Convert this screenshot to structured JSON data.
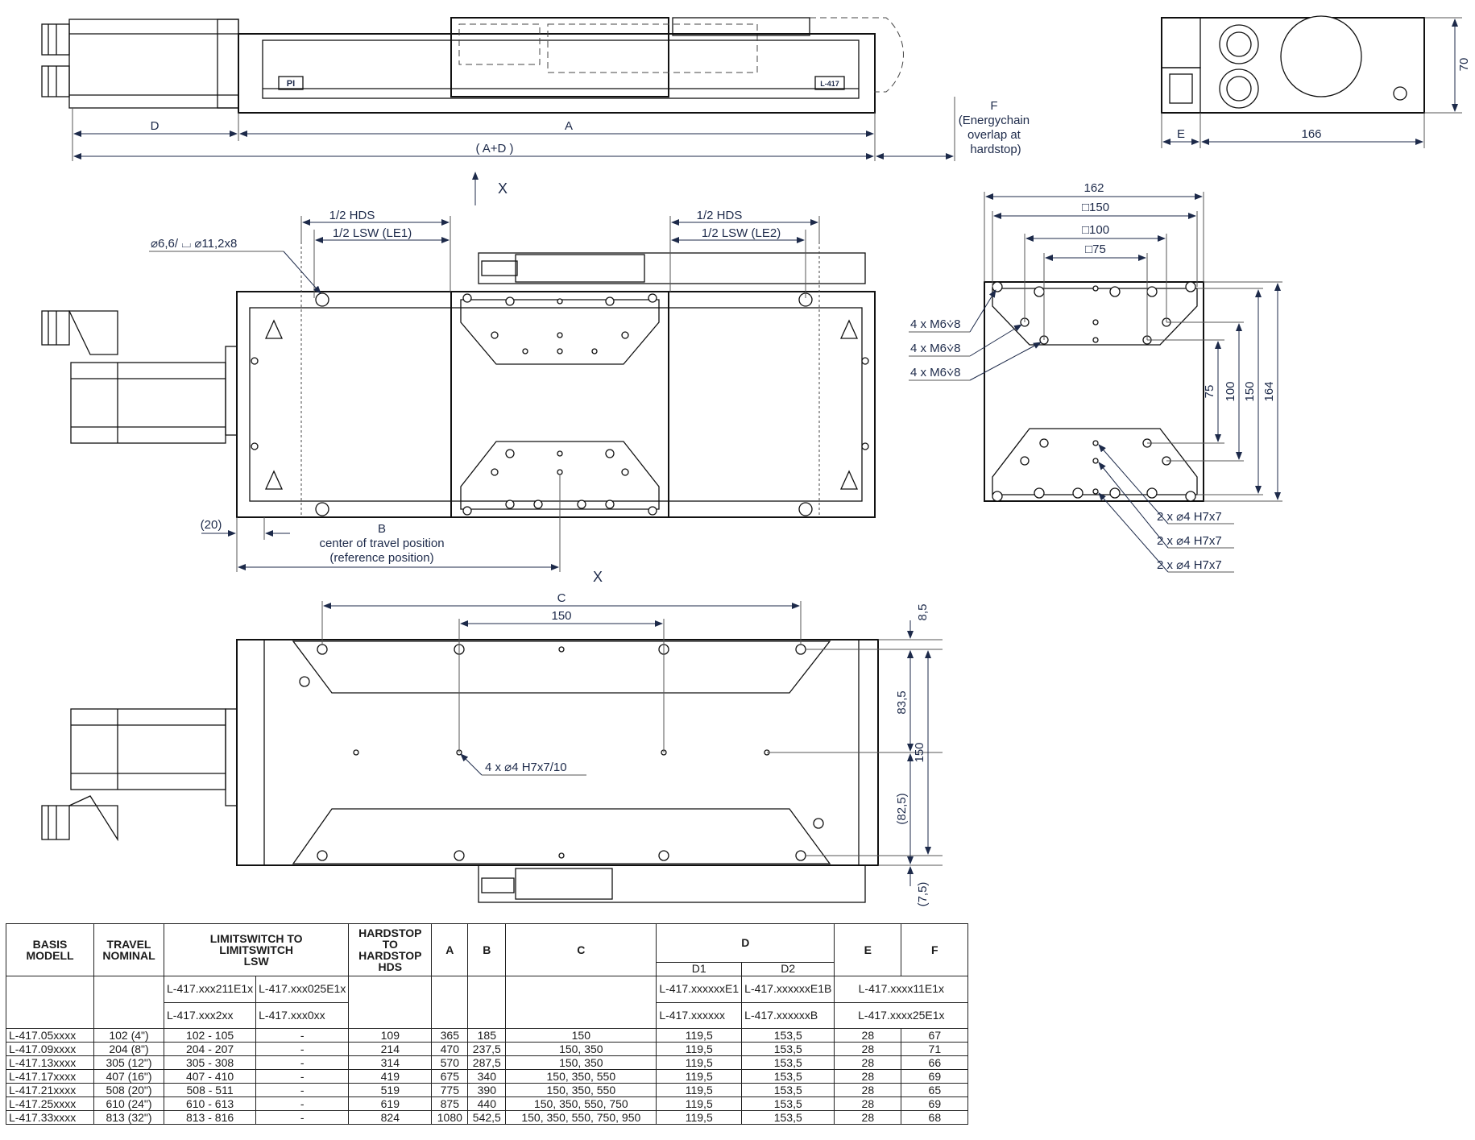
{
  "views": {
    "top": {
      "dim_D": "D",
      "dim_A": "A",
      "dim_AD": "( A+D )",
      "dim_F": "F\n(Energychain\noverlap at\nhardstop)",
      "logo_left": "PI",
      "logo_right": "L-417"
    },
    "side": {
      "dim_E": "E",
      "dim_166": "166",
      "dim_70": "70"
    },
    "plan": {
      "axis_label_top": "X",
      "axis_label_bottom": "X",
      "hds_left": "1/2 HDS",
      "lsw_left": "1/2 LSW (LE1)",
      "hds_right": "1/2 HDS",
      "lsw_right": "1/2 LSW (LE2)",
      "hole_callout": "⌀6,6/ ⌴ ⌀11,2x8",
      "dim_20": "(20)",
      "dim_B": "B",
      "center_travel": "center of travel position",
      "reference_position": "(reference position)"
    },
    "carriage": {
      "dim_162": "162",
      "sq_150": "□150",
      "sq_100": "□100",
      "sq_75": "□75",
      "thread_1": "4 x M6⩒8",
      "thread_2": "4 x M6⩒8",
      "thread_3": "4 x M6⩒8",
      "v_75": "75",
      "v_100": "100",
      "v_150": "150",
      "v_164": "164",
      "pin_1": "2 x ⌀4 H7x7",
      "pin_2": "2 x ⌀4 H7x7",
      "pin_3": "2 x ⌀4 H7x7"
    },
    "bottom": {
      "dim_C": "C",
      "dim_150": "150",
      "dim_85": "8,5",
      "dim_835": "83,5",
      "dim_v150": "150",
      "dim_825": "(82,5)",
      "dim_75": "(7,5)",
      "pin_callout": "4 x ⌀4 H7x7/10"
    }
  },
  "table": {
    "headers": {
      "basis": "BASIS\nMODELL",
      "travel": "TRAVEL\nNOMINAL",
      "lsw": "LIMITSWITCH TO\nLIMITSWITCH\nLSW",
      "hds": "HARDSTOP\nTO\nHARDSTOP\nHDS",
      "a": "A",
      "b": "B",
      "c": "C",
      "d": "D",
      "e": "E",
      "f": "F",
      "d1": "D1",
      "d2": "D2"
    },
    "sub": {
      "lsw1_row1": "L-417.xxx211E1x",
      "lsw2_row1": "L-417.xxx025E1x",
      "d1_row1": "L-417.xxxxxxE1",
      "d2_row1": "L-417.xxxxxxE1B",
      "e_row1": "L-417.xxxx11E1x",
      "lsw1_row2": "L-417.xxx2xx",
      "lsw2_row2": "L-417.xxx0xx",
      "d1_row2": "L-417.xxxxxx",
      "d2_row2": "L-417.xxxxxxB",
      "e_row2": "L-417.xxxx25E1x"
    },
    "rows": [
      [
        "L-417.05xxxx",
        "102 (4\")",
        "102 - 105",
        "-",
        "109",
        "365",
        "185",
        "150",
        "119,5",
        "153,5",
        "28",
        "67"
      ],
      [
        "L-417.09xxxx",
        "204 (8\")",
        "204 - 207",
        "-",
        "214",
        "470",
        "237,5",
        "150, 350",
        "119,5",
        "153,5",
        "28",
        "71"
      ],
      [
        "L-417.13xxxx",
        "305 (12\")",
        "305 - 308",
        "-",
        "314",
        "570",
        "287,5",
        "150, 350",
        "119,5",
        "153,5",
        "28",
        "66"
      ],
      [
        "L-417.17xxxx",
        "407 (16\")",
        "407 - 410",
        "-",
        "419",
        "675",
        "340",
        "150, 350, 550",
        "119,5",
        "153,5",
        "28",
        "69"
      ],
      [
        "L-417.21xxxx",
        "508 (20\")",
        "508 - 511",
        "-",
        "519",
        "775",
        "390",
        "150, 350, 550",
        "119,5",
        "153,5",
        "28",
        "65"
      ],
      [
        "L-417.25xxxx",
        "610 (24\")",
        "610 - 613",
        "-",
        "619",
        "875",
        "440",
        "150, 350, 550, 750",
        "119,5",
        "153,5",
        "28",
        "69"
      ],
      [
        "L-417.33xxxx",
        "813 (32\")",
        "813 - 816",
        "-",
        "824",
        "1080",
        "542,5",
        "150, 350, 550, 750, 950",
        "119,5",
        "153,5",
        "28",
        "68"
      ]
    ]
  }
}
